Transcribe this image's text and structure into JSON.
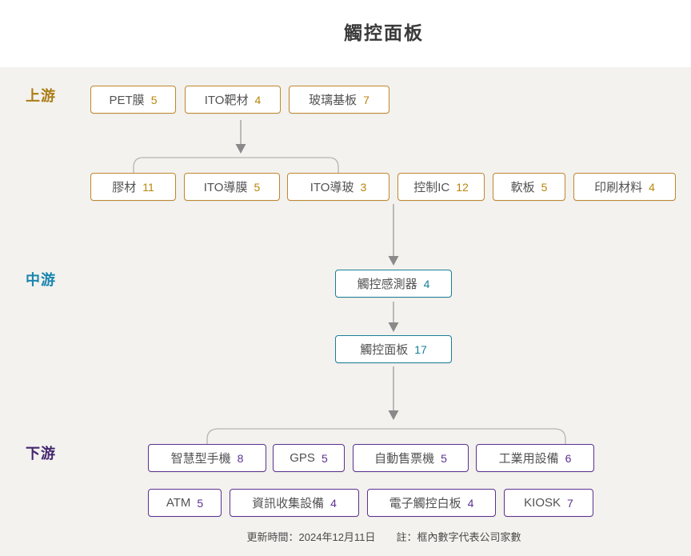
{
  "title": "觸控面板",
  "colors": {
    "upstream_accent": "#b8860b",
    "midstream_accent": "#1a7f99",
    "downstream_accent": "#5d3191",
    "arrow": "#9a9a9a",
    "bracket": "#b5b5b5",
    "canvas_background": "#f3f2ef"
  },
  "tiers": {
    "upstream": {
      "label": "上游",
      "row1": [
        {
          "label": "PET膜",
          "count": "5"
        },
        {
          "label": "ITO靶材",
          "count": "4"
        },
        {
          "label": "玻璃基板",
          "count": "7"
        }
      ],
      "row2": [
        {
          "label": "膠材",
          "count": "11"
        },
        {
          "label": "ITO導膜",
          "count": "5"
        },
        {
          "label": "ITO導玻",
          "count": "3"
        },
        {
          "label": "控制IC",
          "count": "12"
        },
        {
          "label": "軟板",
          "count": "5"
        },
        {
          "label": "印刷材料",
          "count": "4"
        }
      ]
    },
    "midstream": {
      "label": "中游",
      "nodes": [
        {
          "label": "觸控感測器",
          "count": "4"
        },
        {
          "label": "觸控面板",
          "count": "17"
        }
      ]
    },
    "downstream": {
      "label": "下游",
      "row1": [
        {
          "label": "智慧型手機",
          "count": "8"
        },
        {
          "label": "GPS",
          "count": "5"
        },
        {
          "label": "自動售票機",
          "count": "5"
        },
        {
          "label": "工業用設備",
          "count": "6"
        }
      ],
      "row2": [
        {
          "label": "ATM",
          "count": "5"
        },
        {
          "label": "資訊收集設備",
          "count": "4"
        },
        {
          "label": "電子觸控白板",
          "count": "4"
        },
        {
          "label": "KIOSK",
          "count": "7"
        }
      ]
    }
  },
  "footer": {
    "updated": "更新時間：2024年12月11日",
    "note": "註：框內數字代表公司家數"
  }
}
